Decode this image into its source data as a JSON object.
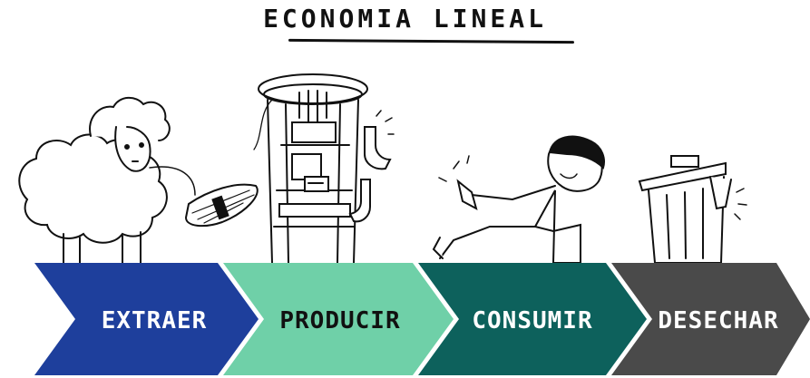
{
  "title": "ECONOMIA LINEAL",
  "steps": [
    {
      "label": "EXTRAER",
      "color": "#1e3f9c",
      "text_color": "#ffffff"
    },
    {
      "label": "PRODUCIR",
      "color": "#6fd0a8",
      "text_color": "#111111"
    },
    {
      "label": "CONSUMIR",
      "color": "#0d615c",
      "text_color": "#ffffff"
    },
    {
      "label": "DESECHAR",
      "color": "#4a4a4a",
      "text_color": "#ffffff"
    }
  ],
  "illustrations": [
    {
      "icon": "sheep-with-yarn-icon"
    },
    {
      "icon": "knitting-machine-icon"
    },
    {
      "icon": "person-sitting-icon"
    },
    {
      "icon": "trash-can-icon"
    }
  ]
}
